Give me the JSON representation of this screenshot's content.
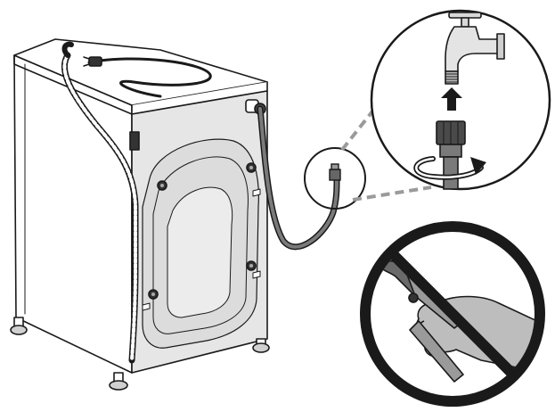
{
  "figure": {
    "kind": "installation-illustration",
    "panels": [
      {
        "role": "machine-rear-view",
        "icon": "washing-machine-rear-icon"
      },
      {
        "role": "tap-connection-detail",
        "icon": "water-tap-icon",
        "direction": "arrow-up",
        "action": "hand-tighten-rotation"
      },
      {
        "role": "prohibition",
        "icon": "no-pliers-icon",
        "meaning": "do-not-use-tools"
      }
    ],
    "colors": {
      "line": "#1a1a1a",
      "panel_fill": "#e6e6e6",
      "cabinet_fill": "#ffffff",
      "hose_fill": "#7a7a7a",
      "leader_line": "#9a9a9a",
      "prohibition_red": "#1a1a1a",
      "hand_fill": "#bdbdbd"
    }
  }
}
